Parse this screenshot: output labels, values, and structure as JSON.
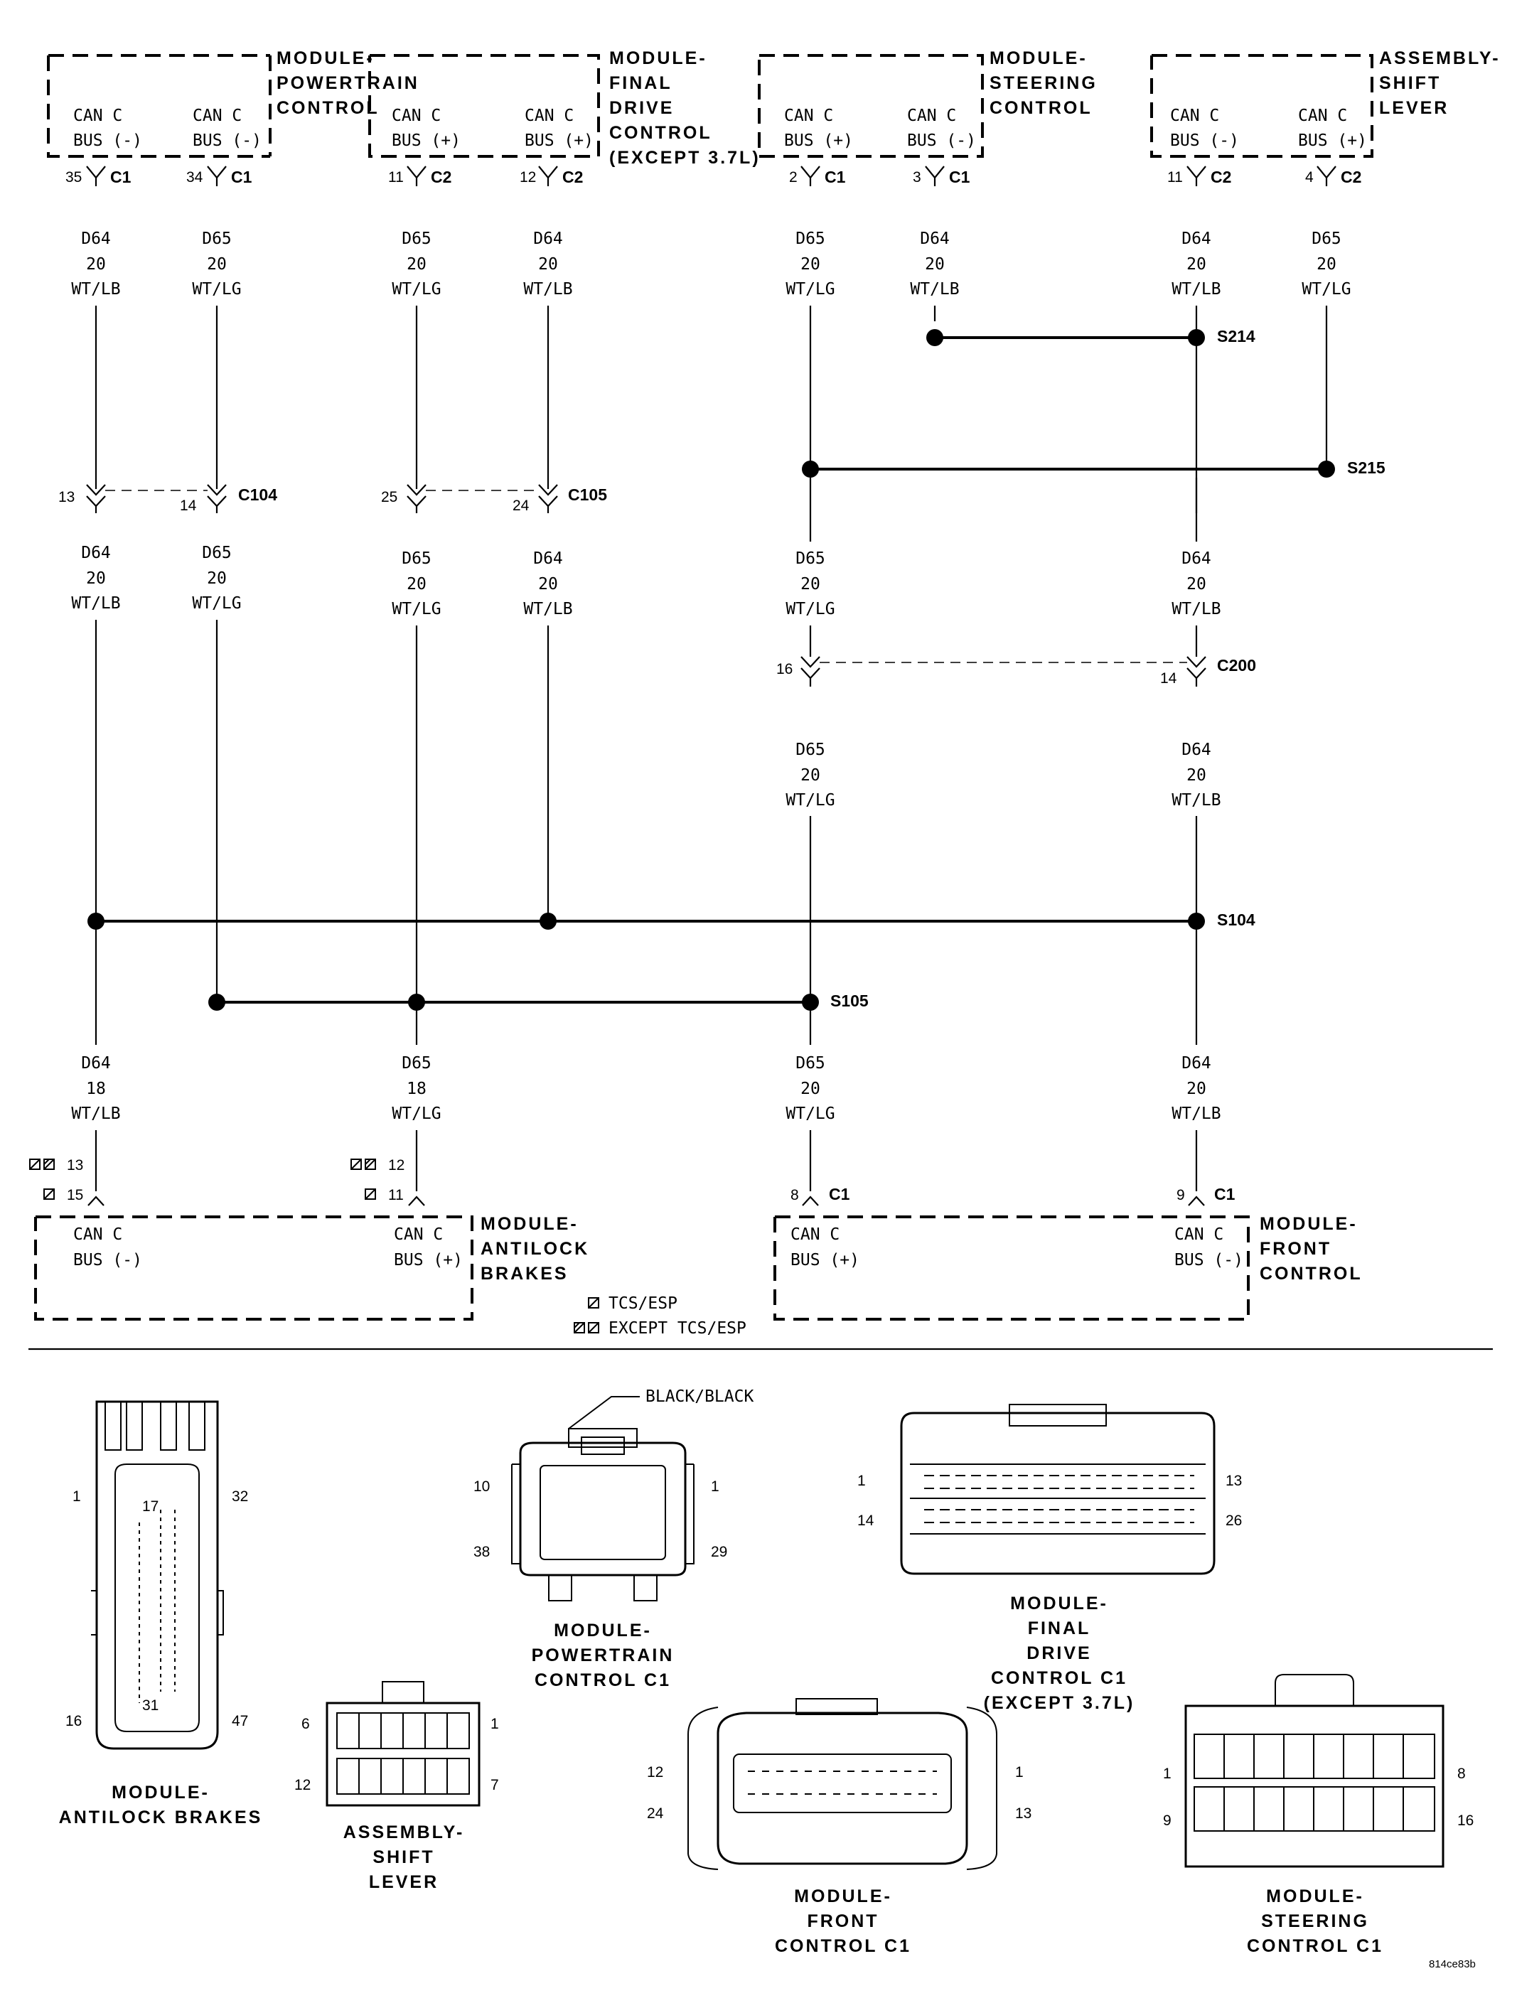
{
  "modules": {
    "pcm": {
      "title": [
        "MODULE-",
        "POWERTRAIN",
        "CONTROL"
      ],
      "pins": [
        {
          "bus": [
            "CAN C",
            "BUS (-)"
          ],
          "pin": "35",
          "conn": "C1"
        },
        {
          "bus": [
            "CAN C",
            "BUS (-)"
          ],
          "pin": "34",
          "conn": "C1"
        }
      ]
    },
    "fdcm": {
      "title": [
        "MODULE-",
        "FINAL",
        "DRIVE",
        "CONTROL",
        "(EXCEPT 3.7L)"
      ],
      "pins": [
        {
          "bus": [
            "CAN C",
            "BUS (+)"
          ],
          "pin": "11",
          "conn": "C2"
        },
        {
          "bus": [
            "CAN C",
            "BUS (+)"
          ],
          "pin": "12",
          "conn": "C2"
        }
      ]
    },
    "scm": {
      "title": [
        "MODULE-",
        "STEERING",
        "CONTROL"
      ],
      "pins": [
        {
          "bus": [
            "CAN C",
            "BUS (+)"
          ],
          "pin": "2",
          "conn": "C1"
        },
        {
          "bus": [
            "CAN C",
            "BUS (-)"
          ],
          "pin": "3",
          "conn": "C1"
        }
      ]
    },
    "asl": {
      "title": [
        "ASSEMBLY-",
        "SHIFT",
        "LEVER"
      ],
      "pins": [
        {
          "bus": [
            "CAN C",
            "BUS (-)"
          ],
          "pin": "11",
          "conn": "C2"
        },
        {
          "bus": [
            "CAN C",
            "BUS (+)"
          ],
          "pin": "4",
          "conn": "C2"
        }
      ]
    },
    "abs": {
      "title": [
        "MODULE-",
        "ANTILOCK",
        "BRAKES"
      ],
      "pins": [
        {
          "bus": [
            "CAN C",
            "BUS (-)"
          ],
          "pin_a": "13",
          "pin_b": "15"
        },
        {
          "bus": [
            "CAN C",
            "BUS (+)"
          ],
          "pin_a": "12",
          "pin_b": "11"
        }
      ]
    },
    "fcm": {
      "title": [
        "MODULE-",
        "FRONT",
        "CONTROL"
      ],
      "pins": [
        {
          "bus": [
            "CAN C",
            "BUS (+)"
          ],
          "pin": "8",
          "conn": "C1"
        },
        {
          "bus": [
            "CAN C",
            "BUS (-)"
          ],
          "pin": "9",
          "conn": "C1"
        }
      ]
    }
  },
  "wires": {
    "top": [
      [
        "D64",
        "20",
        "WT/LB"
      ],
      [
        "D65",
        "20",
        "WT/LG"
      ],
      [
        "D65",
        "20",
        "WT/LG"
      ],
      [
        "D64",
        "20",
        "WT/LB"
      ],
      [
        "D65",
        "20",
        "WT/LG"
      ],
      [
        "D64",
        "20",
        "WT/LB"
      ],
      [
        "D64",
        "20",
        "WT/LB"
      ],
      [
        "D65",
        "20",
        "WT/LG"
      ]
    ],
    "mid": [
      [
        "D64",
        "20",
        "WT/LB"
      ],
      [
        "D65",
        "20",
        "WT/LG"
      ],
      [
        "D65",
        "20",
        "WT/LG"
      ],
      [
        "D64",
        "20",
        "WT/LB"
      ],
      [
        "D65",
        "20",
        "WT/LG"
      ],
      [
        "D64",
        "20",
        "WT/LB"
      ]
    ],
    "c200": [
      [
        "D65",
        "20",
        "WT/LG"
      ],
      [
        "D64",
        "20",
        "WT/LB"
      ]
    ],
    "bottom": [
      [
        "D64",
        "18",
        "WT/LB"
      ],
      [
        "D65",
        "18",
        "WT/LG"
      ],
      [
        "D65",
        "20",
        "WT/LG"
      ],
      [
        "D64",
        "20",
        "WT/LB"
      ]
    ]
  },
  "connectors": {
    "c104": {
      "name": "C104",
      "pins": [
        "13",
        "14"
      ]
    },
    "c105": {
      "name": "C105",
      "pins": [
        "25",
        "24"
      ]
    },
    "c200": {
      "name": "C200",
      "pins": [
        "16",
        "14"
      ]
    }
  },
  "splices": {
    "s214": "S214",
    "s215": "S215",
    "s104": "S104",
    "s105": "S105"
  },
  "legend": {
    "tcs": "TCS/ESP",
    "except": "EXCEPT TCS/ESP"
  },
  "views": {
    "abs": {
      "title": [
        "MODULE-",
        "ANTILOCK BRAKES"
      ],
      "pins": [
        "1",
        "32",
        "17",
        "31",
        "16",
        "47"
      ]
    },
    "pcm": {
      "title": [
        "MODULE-",
        "POWERTRAIN",
        "CONTROL C1"
      ],
      "pins": [
        "10",
        "1",
        "38",
        "29"
      ],
      "callout": "BLACK/BLACK"
    },
    "fdcm": {
      "title": [
        "MODULE-",
        "FINAL",
        "DRIVE",
        "CONTROL C1",
        "(EXCEPT 3.7L)"
      ],
      "pins": [
        "1",
        "13",
        "14",
        "26"
      ]
    },
    "asl": {
      "title": [
        "ASSEMBLY-",
        "SHIFT",
        "LEVER"
      ],
      "pins": [
        "6",
        "1",
        "12",
        "7"
      ]
    },
    "fcm": {
      "title": [
        "MODULE-",
        "FRONT",
        "CONTROL C1"
      ],
      "pins": [
        "12",
        "1",
        "24",
        "13"
      ]
    },
    "scm": {
      "title": [
        "MODULE-",
        "STEERING",
        "CONTROL C1"
      ],
      "pins": [
        "1",
        "8",
        "9",
        "16"
      ]
    }
  },
  "footer_code": "814ce83b"
}
